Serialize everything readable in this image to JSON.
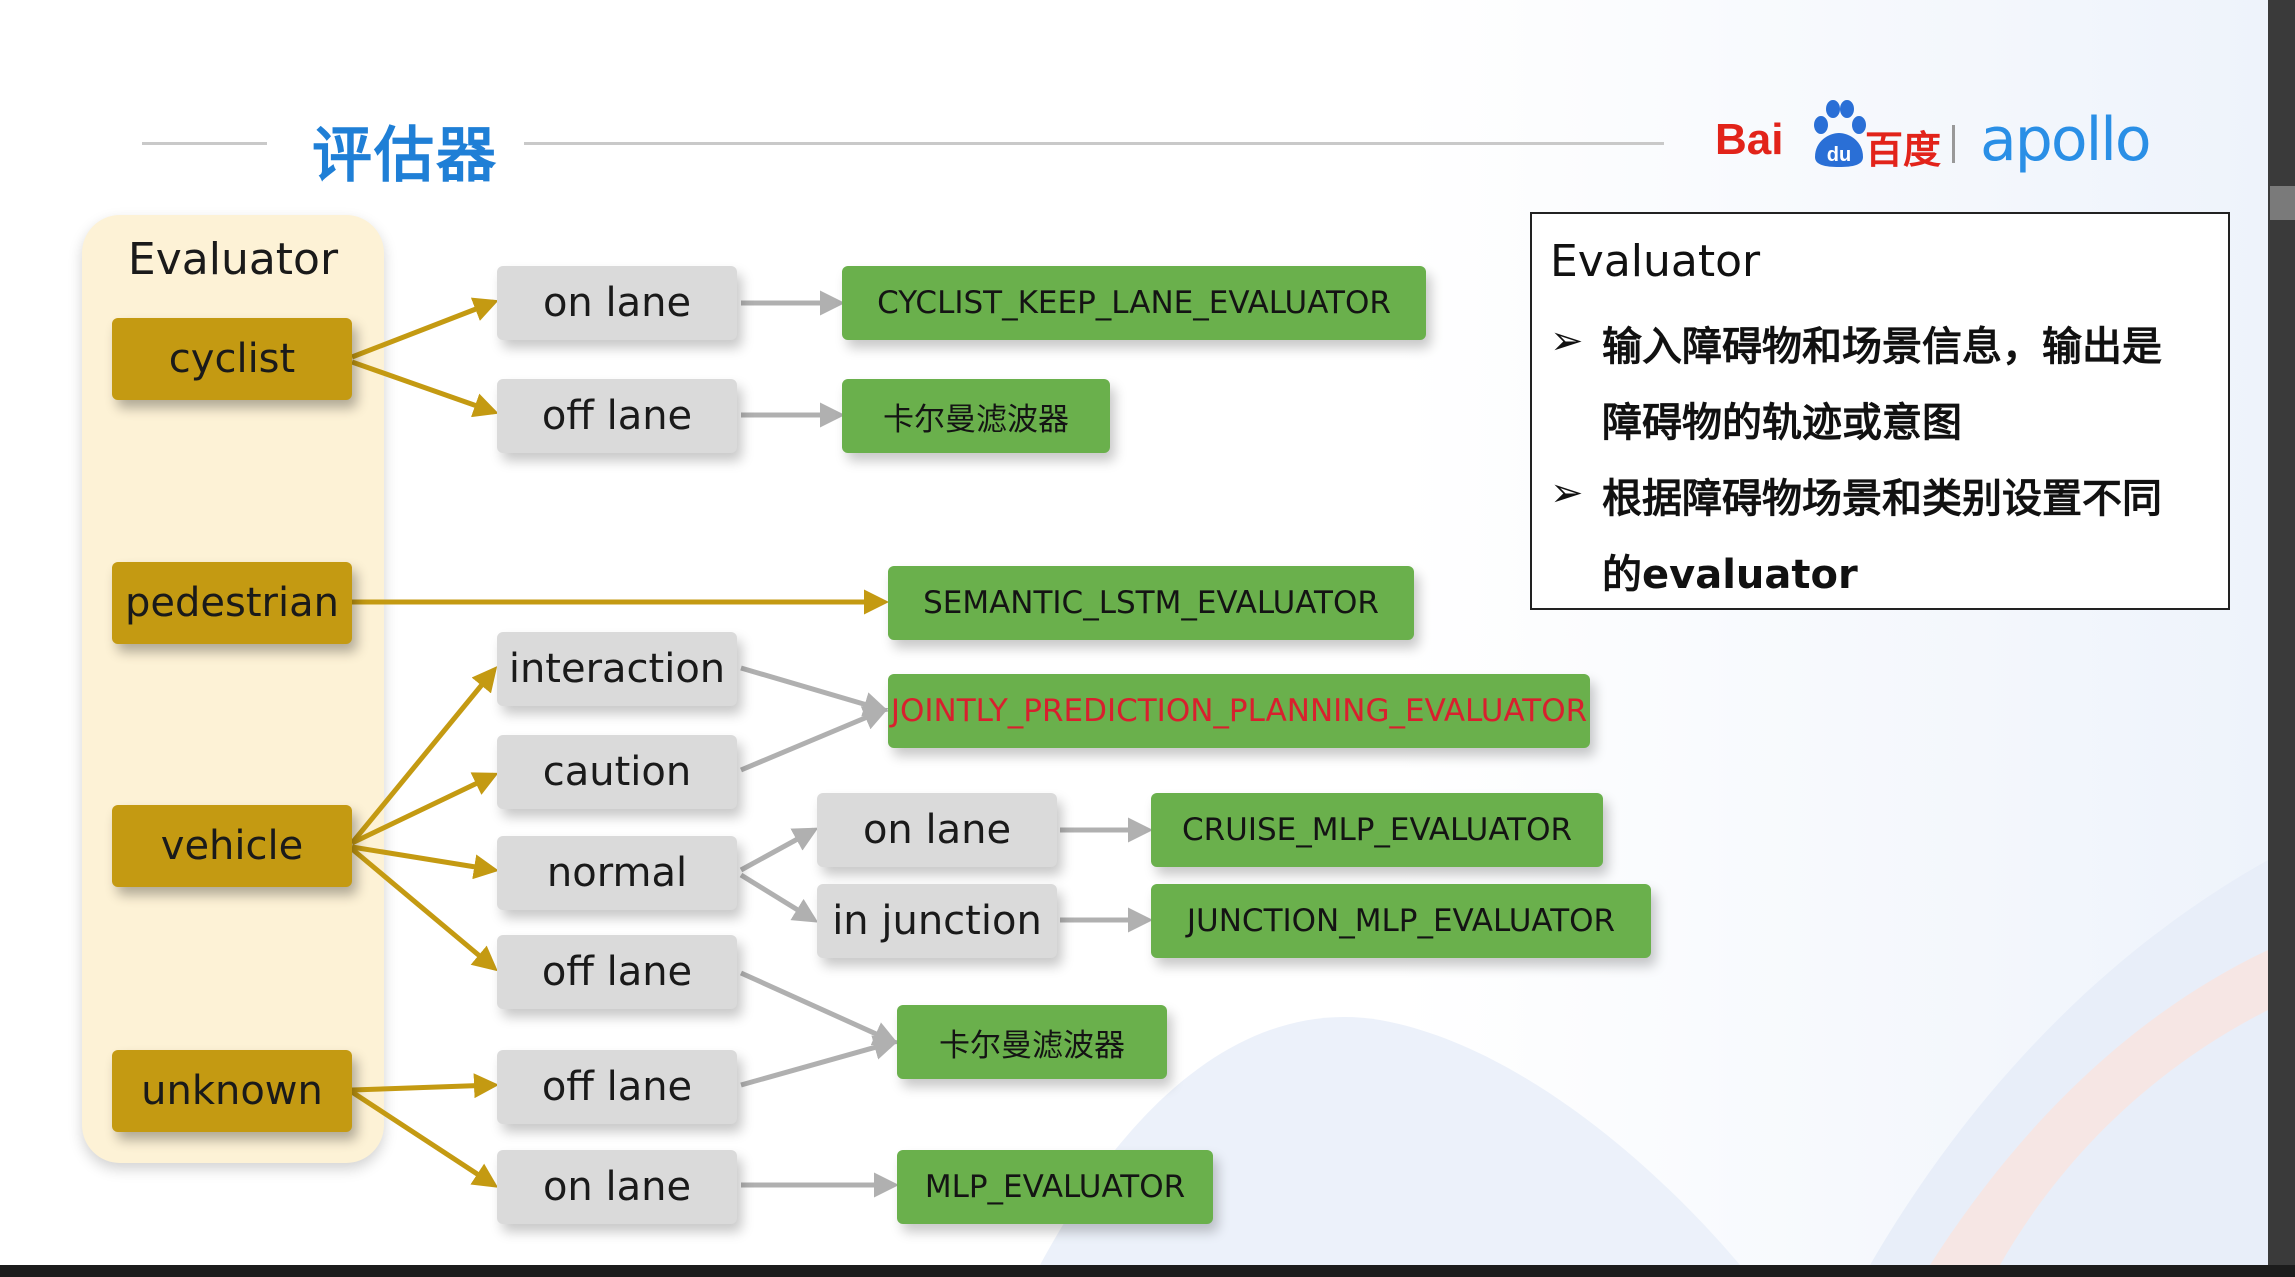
{
  "header": {
    "title": "评估器"
  },
  "logo": {
    "bai": "Bai",
    "du": "百度",
    "apollo": "apollo"
  },
  "panel": {
    "title": "Evaluator",
    "categories": {
      "cyclist": "cyclist",
      "pedestrian": "pedestrian",
      "vehicle": "vehicle",
      "unknown": "unknown"
    }
  },
  "conditions": {
    "cyclist_on_lane": "on lane",
    "cyclist_off_lane": "off lane",
    "vehicle_interaction": "interaction",
    "vehicle_caution": "caution",
    "vehicle_normal": "normal",
    "vehicle_off_lane": "off lane",
    "normal_on_lane": "on lane",
    "normal_in_junction": "in junction",
    "unknown_off_lane": "off lane",
    "unknown_on_lane": "on lane"
  },
  "evaluators": {
    "cyclist_keep_lane": "CYCLIST_KEEP_LANE_EVALUATOR",
    "kalman_1": "卡尔曼滤波器",
    "semantic_lstm": "SEMANTIC_LSTM_EVALUATOR",
    "jointly": "JOINTLY_PREDICTION_PLANNING_EVALUATOR",
    "cruise_mlp": "CRUISE_MLP_EVALUATOR",
    "junction_mlp": "JUNCTION_MLP_EVALUATOR",
    "kalman_2": "卡尔曼滤波器",
    "mlp": "MLP_EVALUATOR"
  },
  "info_box": {
    "heading": "Evaluator",
    "bullet_glyph": "➢",
    "bullet1_line1": "输入障碍物和场景信息，输出是",
    "bullet1_line2": "障碍物的轨迹或意图",
    "bullet2_line1": "根据障碍物场景和类别设置不同",
    "bullet2_line2": "的evaluator"
  },
  "colors": {
    "title_blue": "#1f7fd6",
    "category_gold": "#c49a12",
    "condition_gray": "#dadada",
    "evaluator_green": "#6ab04c",
    "highlight_red": "#d8202e",
    "arrow_gold": "#c49a12",
    "arrow_gray": "#b0b0b0"
  }
}
